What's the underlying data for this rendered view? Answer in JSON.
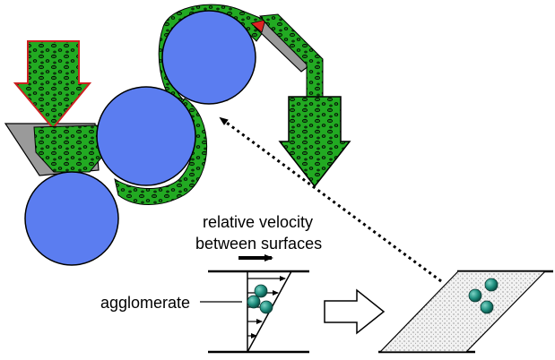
{
  "labels": {
    "velocity_line1": "relative velocity",
    "velocity_line2": "between surfaces",
    "agglomerate": "agglomerate"
  },
  "colors": {
    "roll_fill": "#5b7df0",
    "paste_green": "#22aa22",
    "particle_fill": "#1a8a1a",
    "hopper_gray": "#9a9a9a",
    "feed_outline": "#cc2222",
    "agglomerate_teal": "#1f8f7f",
    "line": "#000000"
  },
  "icons": {
    "feed_arrow": "down-arrow-feed",
    "output_arrow": "down-arrow-output",
    "transition_arrow": "right-hollow-arrow",
    "velocity_arrow": "right-arrow"
  }
}
